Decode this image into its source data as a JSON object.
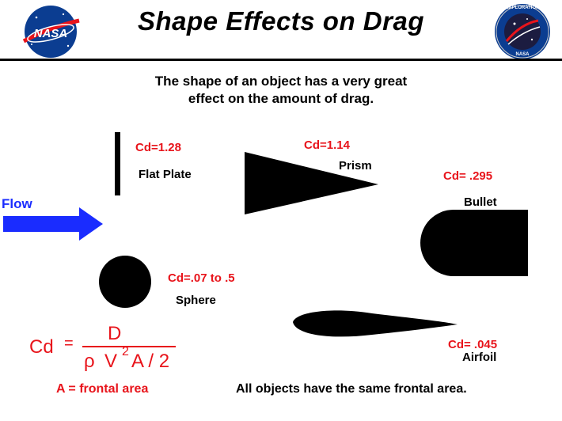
{
  "header": {
    "title": "Shape  Effects  on  Drag",
    "left_logo_text": "NASA",
    "right_logo_text": "EXPLORATION",
    "right_logo_subtext": "NASA"
  },
  "intro": {
    "line1": "The  shape  of  an  object  has  a  very  great",
    "line2": "effect  on  the  amount  of  drag."
  },
  "flow": {
    "label": "Flow",
    "color": "#1a2cff"
  },
  "shapes": {
    "flat_plate": {
      "cd": "Cd=1.28",
      "name": "Flat Plate"
    },
    "prism": {
      "cd": "Cd=1.14",
      "name": "Prism"
    },
    "bullet": {
      "cd": "Cd= .295",
      "name": "Bullet"
    },
    "sphere": {
      "cd": "Cd=.07  to .5",
      "name": "Sphere"
    },
    "airfoil": {
      "cd": "Cd= .045",
      "name": "Airfoil"
    }
  },
  "formula": {
    "lhs": "Cd",
    "equals": "=",
    "numerator": "D",
    "rho": "ρ",
    "v": "V",
    "exponent": "2",
    "rest": "A / 2"
  },
  "footer": {
    "area_note": "A = frontal  area",
    "same_area_note": "All  objects  have  the  same  frontal  area."
  },
  "colors": {
    "accent_red": "#e8141b",
    "flow_blue": "#1a2cff",
    "nasa_blue": "#0b3d91"
  }
}
